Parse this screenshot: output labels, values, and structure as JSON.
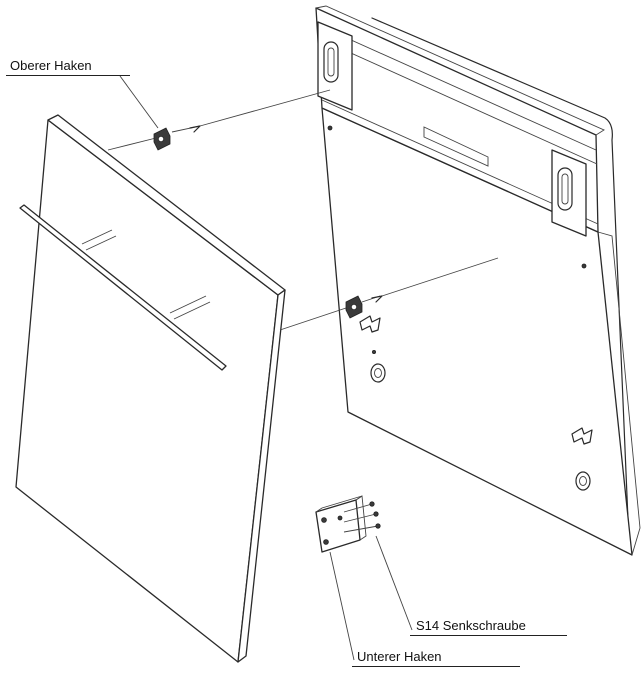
{
  "labels": {
    "upper_hook": "Oberer Haken",
    "screw": "S14 Senkschraube",
    "lower_hook": "Unterer Haken"
  },
  "colors": {
    "line": "#2a2a2a",
    "background": "#ffffff"
  }
}
